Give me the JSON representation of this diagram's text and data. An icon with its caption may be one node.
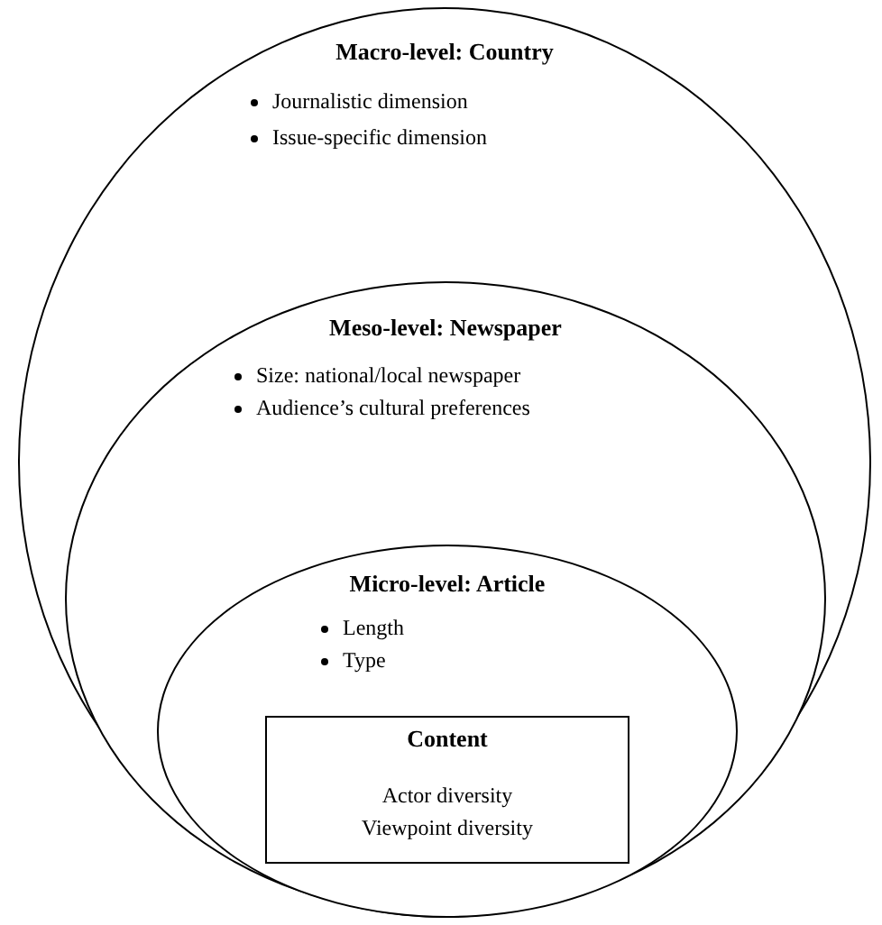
{
  "diagram": {
    "nodes": [
      {
        "text": [
          "Macro-level: Country",
          "Journalistic dimension",
          "Issue-specific dimension"
        ]
      },
      {
        "text": [
          "Meso-level: Newspaper",
          "Size: national/local newspaper",
          "Audience’s cultural preferences"
        ],
        "in": 0
      },
      {
        "text": [
          "Micro-level: Article",
          "Length",
          "Type"
        ],
        "in": 1
      },
      {
        "text": [
          "Content",
          "Actor diversity",
          "Viewpoint diversity"
        ],
        "in": 2
      }
    ]
  }
}
